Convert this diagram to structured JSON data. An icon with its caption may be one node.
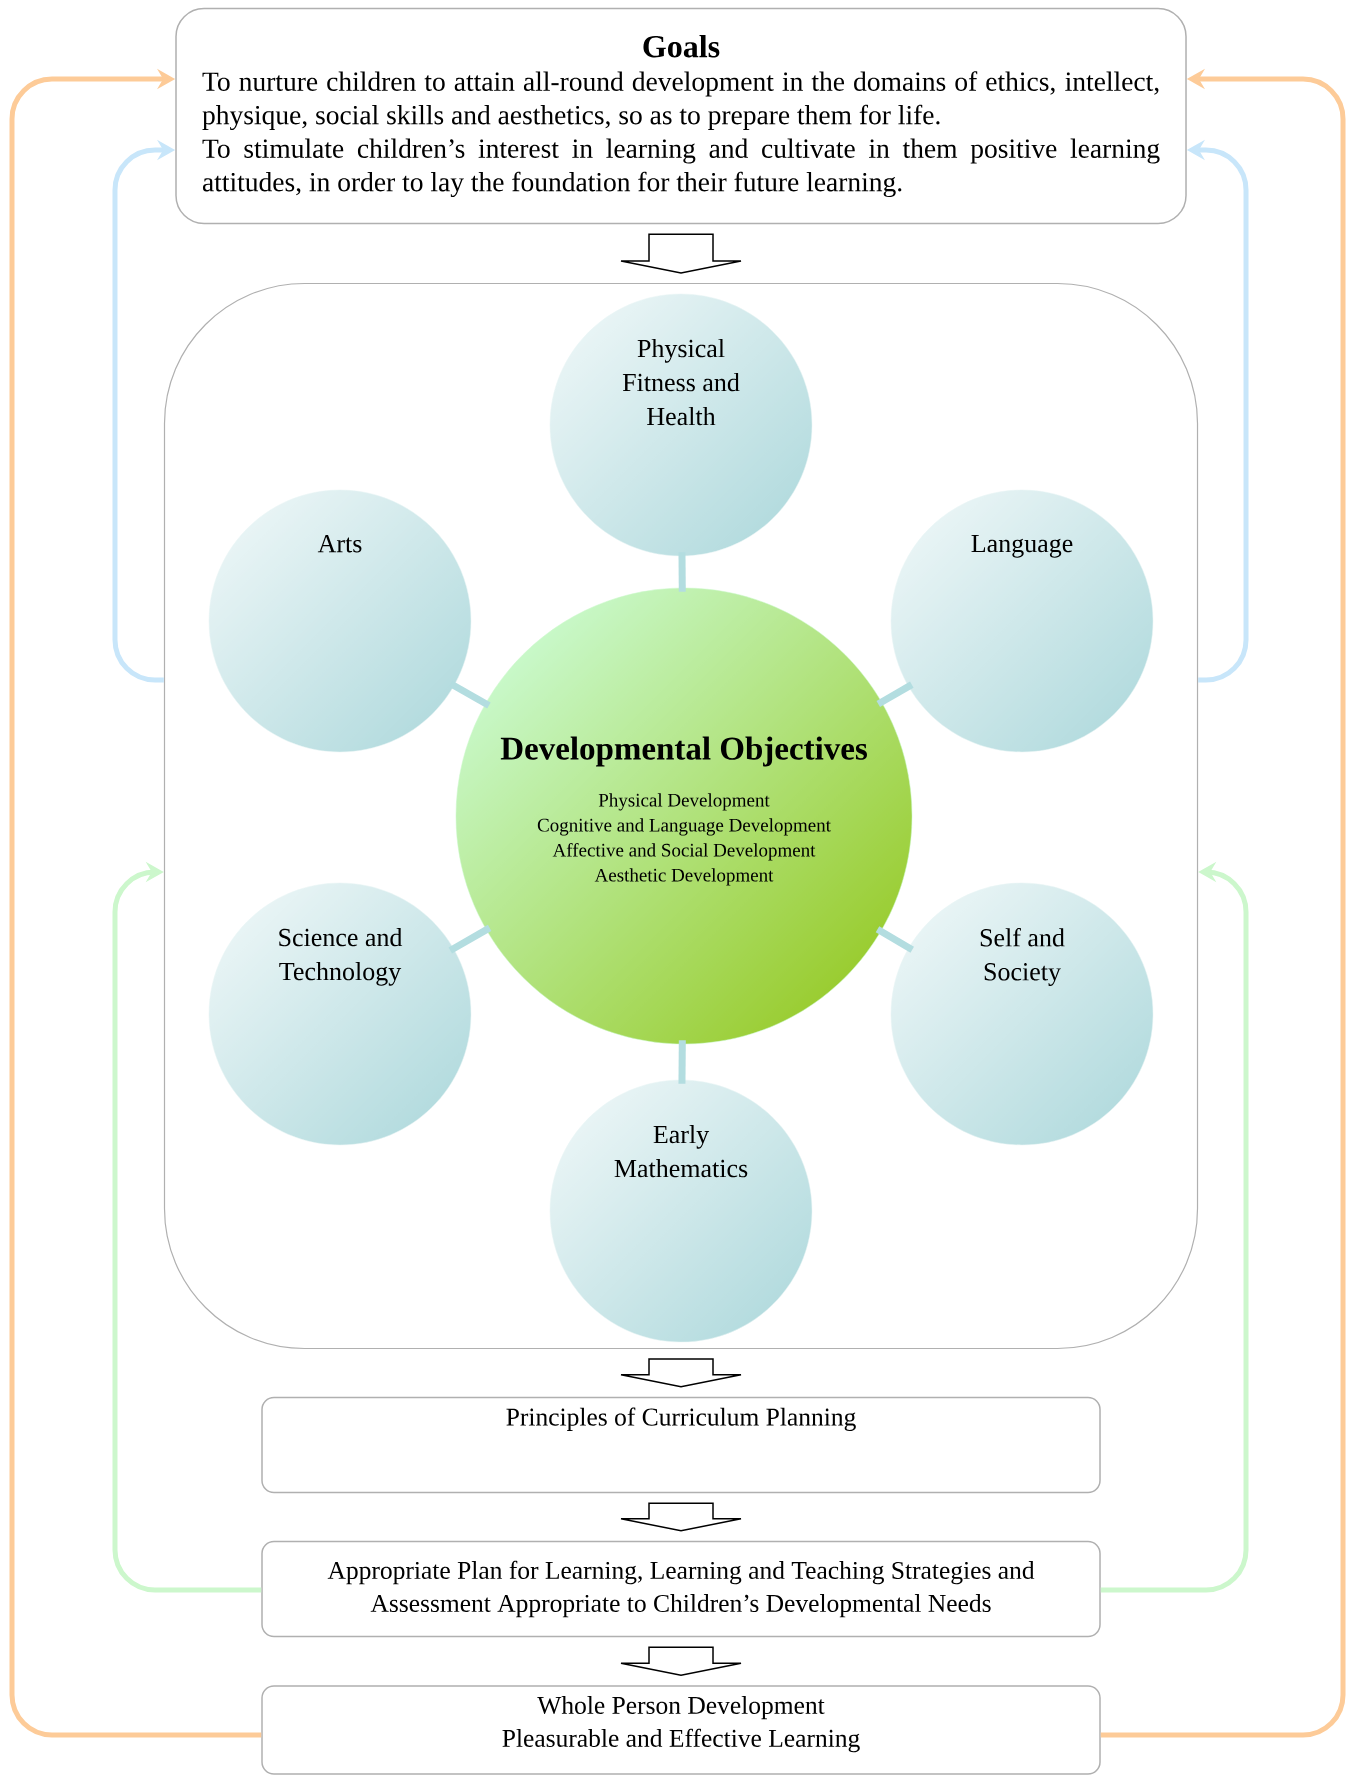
{
  "diagram": {
    "nodes": [
      {
        "text": [
          "Goals",
          "To nurture children to attain all-round development in the domains of ethics, intellect, physique, social skills and aesthetics, so as to prepare them for life.",
          "To stimulate children’s interest in learning and cultivate in them positive learning attitudes, in order to lay the foundation for their future learning."
        ]
      },
      {
        "text": [],
        "shape": "box"
      },
      {
        "text": [
          "Physical Fitness and Health"
        ],
        "in": 1
      },
      {
        "text": [
          "Arts"
        ],
        "in": 1
      },
      {
        "text": [
          "Language"
        ],
        "in": 1
      },
      {
        "text": [
          "Developmental Objectives",
          "Physical Development",
          "Cognitive and Language Development",
          "Affective and Social Development",
          "Aesthetic Development"
        ],
        "in": 1
      },
      {
        "text": [
          "Science and Technology"
        ],
        "in": 1
      },
      {
        "text": [
          "Self and Society"
        ],
        "in": 1
      },
      {
        "text": [
          "Early Mathematics"
        ],
        "in": 1
      },
      {
        "text": [
          "Principles of Curriculum Planning"
        ]
      },
      {
        "text": [
          "Appropriate Plan for Learning, Learning and Teaching Strategies and Assessment Appropriate to Children’s Developmental Needs"
        ]
      },
      {
        "text": [
          "Whole Person Development Pleasurable and Effective Learning"
        ]
      }
    ],
    "edges": [
      {
        "from": 0,
        "to": 1,
        "arrow": "to"
      },
      {
        "from": 5,
        "to": 2,
        "arrow": "none",
        "color": "#b3dde0"
      },
      {
        "from": 5,
        "to": 3,
        "arrow": "none",
        "color": "#b3dde0"
      },
      {
        "from": 5,
        "to": 4,
        "arrow": "none",
        "color": "#b3dde0"
      },
      {
        "from": 5,
        "to": 6,
        "arrow": "none",
        "color": "#b3dde0"
      },
      {
        "from": 5,
        "to": 7,
        "arrow": "none",
        "color": "#b3dde0"
      },
      {
        "from": 5,
        "to": 8,
        "arrow": "none",
        "color": "#b3dde0"
      },
      {
        "from": 1,
        "to": 9,
        "arrow": "to"
      },
      {
        "from": 9,
        "to": 10,
        "arrow": "to"
      },
      {
        "from": 10,
        "to": 11,
        "arrow": "to"
      },
      {
        "from": 1,
        "to": 0,
        "arrow": "to",
        "color": "#c8e6fa"
      },
      {
        "from": 1,
        "to": 0,
        "arrow": "to",
        "color": "#c8e6fa"
      },
      {
        "from": 10,
        "to": 1,
        "arrow": "to",
        "color": "#ccf7cc"
      },
      {
        "from": 10,
        "to": 1,
        "arrow": "to",
        "color": "#ccf7cc"
      },
      {
        "from": 11,
        "to": 0,
        "arrow": "to",
        "color": "#fdcb98"
      },
      {
        "from": 11,
        "to": 0,
        "arrow": "to",
        "color": "#fdcb98"
      }
    ]
  }
}
